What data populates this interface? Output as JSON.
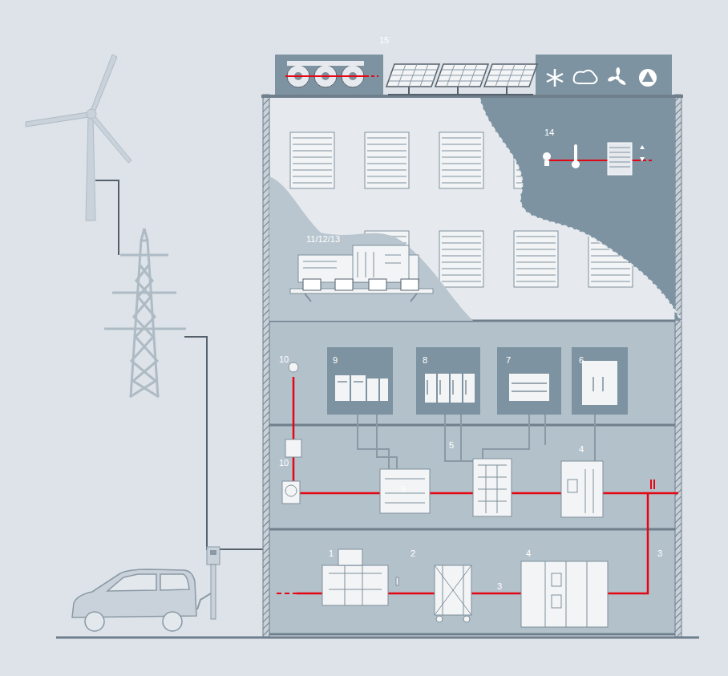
{
  "diagram": {
    "labels": [
      "15",
      "14",
      "11/12/13",
      "10",
      "9",
      "8",
      "7",
      "6",
      "5",
      "4",
      "10",
      "5",
      "1",
      "2",
      "4",
      "3",
      "3"
    ]
  }
}
